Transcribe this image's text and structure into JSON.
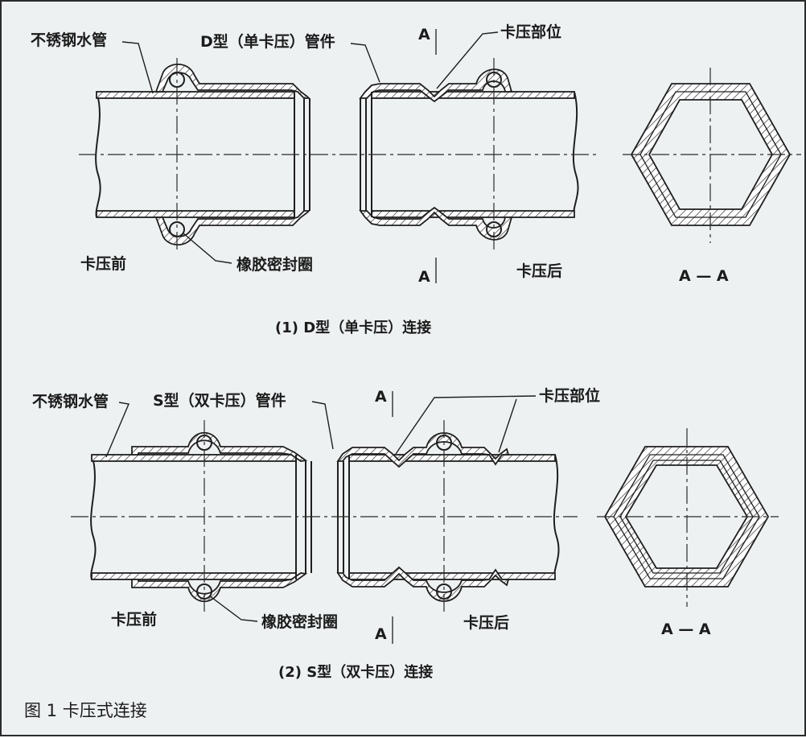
{
  "figure_caption": "图 1  卡压式连接",
  "diagram_d": {
    "caption": "(1) D型（单卡压）连接",
    "label_pipe": "不锈钢水管",
    "label_fitting": "D型（单卡压）管件",
    "label_press_position": "卡压部位",
    "label_before": "卡压前",
    "label_after": "卡压后",
    "label_seal_ring": "橡胶密封圈",
    "section_mark_top": "A",
    "section_mark_bottom": "A",
    "section_title": "A — A"
  },
  "diagram_s": {
    "caption": "(2) S型（双卡压）连接",
    "label_pipe": "不锈钢水管",
    "label_fitting": "S型（双卡压）管件",
    "label_press_position": "卡压部位",
    "label_before": "卡压前",
    "label_after": "卡压后",
    "label_seal_ring": "橡胶密封圈",
    "section_mark_top": "A",
    "section_mark_bottom": "A",
    "section_title": "A — A"
  }
}
